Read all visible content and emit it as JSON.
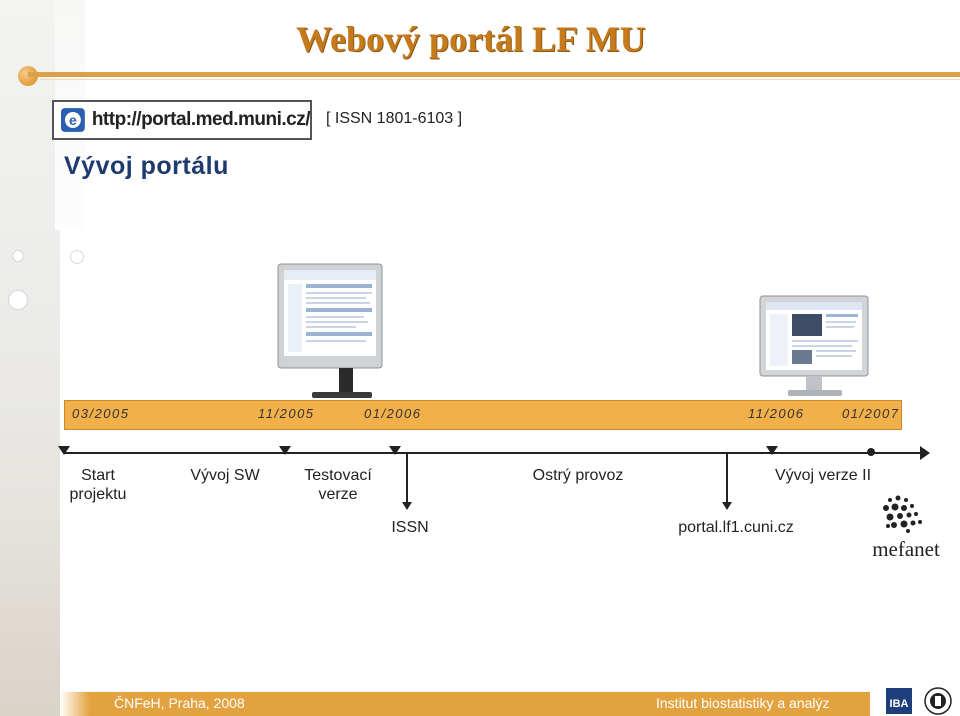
{
  "header": {
    "title": "Webový portál LF MU",
    "url": "http://portal.med.muni.cz/",
    "issn": "[ ISSN 1801-6103 ]",
    "subtitle": "Vývoj portálu"
  },
  "timeline": {
    "dates": [
      "03/2005",
      "11/2005",
      "01/2006",
      "11/2006",
      "01/2007"
    ],
    "phases": {
      "start": "Start projektu",
      "start_l1": "Start",
      "start_l2": "projektu",
      "vyvoj_sw": "Vývoj SW",
      "testovaci_l1": "Testovací",
      "testovaci_l2": "verze",
      "ostry": "Ostrý provoz",
      "verze2": "Vývoj verze II"
    },
    "milestones": {
      "issn": "ISSN",
      "portal": "portal.lf1.cuni.cz"
    }
  },
  "logos": {
    "mefanet": "mefanet",
    "iba": "IBA"
  },
  "footer": {
    "left": "ČNFeH, Praha, 2008",
    "right": " Institut biostatistiky a analýz"
  },
  "colors": {
    "title": "#c77a1b",
    "subtitle": "#1f3a6f",
    "band": "#f2b04b",
    "footer": "#e3a240"
  }
}
